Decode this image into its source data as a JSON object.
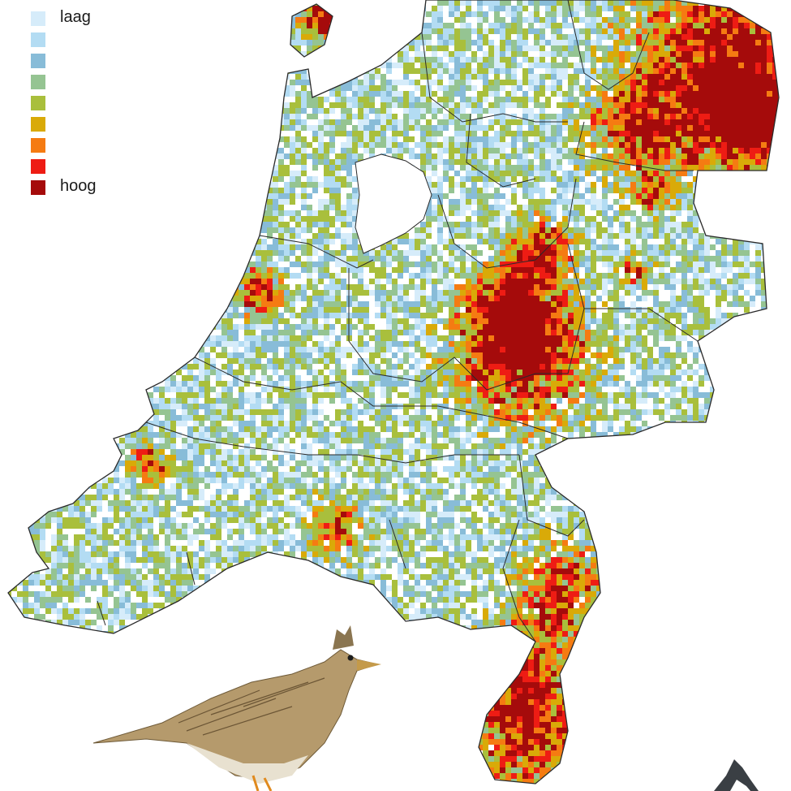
{
  "legend": {
    "low_label": "laag",
    "high_label": "hoog",
    "colors": [
      "#d6ecfa",
      "#b3dcf3",
      "#88bcd8",
      "#95c492",
      "#a9bf3c",
      "#d9aa08",
      "#f57b12",
      "#ee1c14",
      "#a50b0b"
    ]
  },
  "map": {
    "region": "Netherlands",
    "background_color": "#ffffff",
    "outline_color": "#2a2a2a"
  },
  "illustrations": [
    "skylark-bird",
    "lapwing-bird-partial"
  ]
}
